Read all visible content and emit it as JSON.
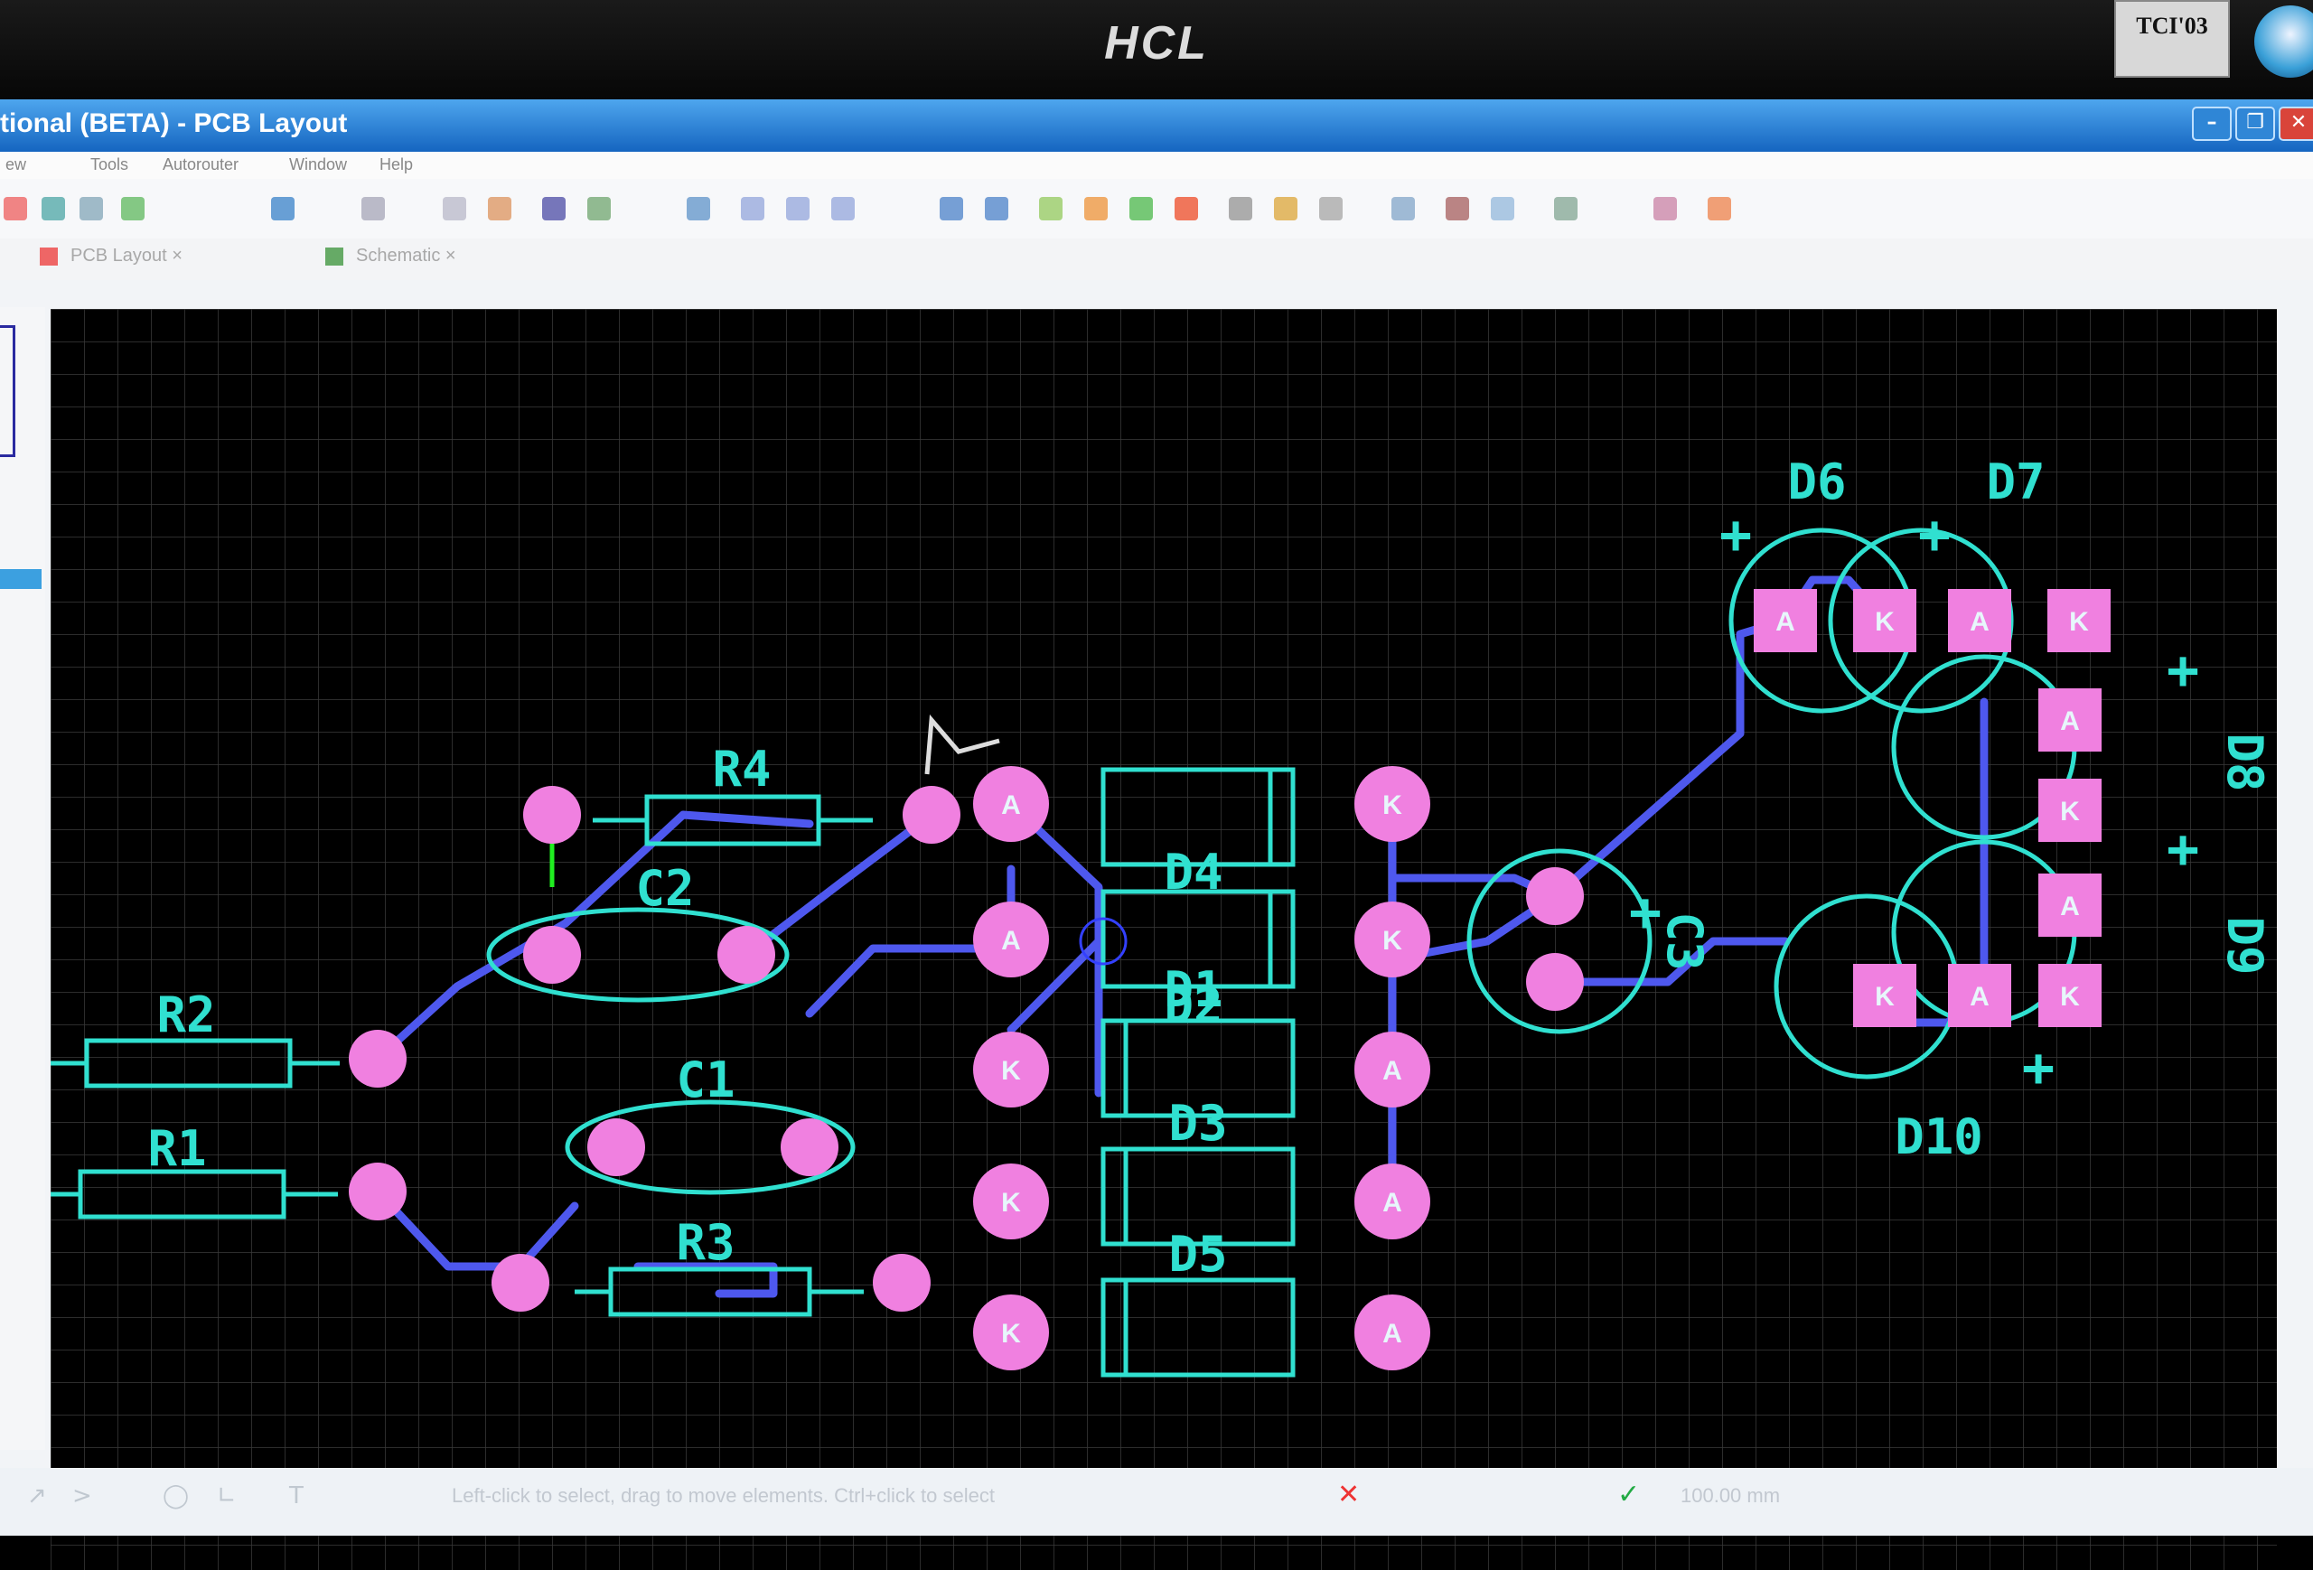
{
  "monitor": {
    "brand": "HCL",
    "sticker": "TCI'03"
  },
  "app": {
    "title": "tional (BETA) - PCB Layout",
    "window_buttons": [
      "–",
      "❐",
      "✕"
    ],
    "menu": [
      "ew",
      "Tools",
      "Autorouter",
      "Window",
      "Help"
    ],
    "tabs": [
      "PCB Layout",
      "Schematic"
    ]
  },
  "colors": {
    "grid": "#3a3a3a",
    "outline": "#30e0d0",
    "pad": "#f080e0",
    "trace": "#4e58ee",
    "background": "#000000",
    "edge": "#ffff00"
  },
  "pcb": {
    "components": [
      "R4",
      "C2",
      "R2",
      "C1",
      "R1",
      "R3",
      "D4",
      "D1",
      "D2",
      "D3",
      "D5",
      "D6",
      "D7",
      "D8",
      "D9",
      "D10",
      "C3"
    ],
    "diode_pad_labels": {
      "anode": "A",
      "cathode": "K"
    },
    "polarity_mark": "+"
  },
  "status": {
    "message": "Left-click to select, drag to move elements. Ctrl+click to select",
    "zoom": "100.00 mm"
  }
}
